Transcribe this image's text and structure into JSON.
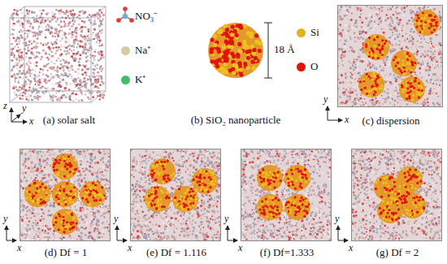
{
  "diagram": {
    "nodes": [
      {
        "text": [
          "(a) solar salt"
        ]
      },
      {
        "text": [
          "(c) dispersion"
        ]
      },
      {
        "text": [
          "(d) Df = 1"
        ]
      },
      {
        "text": [
          "(e) Df = 1.116"
        ]
      },
      {
        "text": [
          "(f) Df=1.333"
        ]
      },
      {
        "text": [
          "(g) Df = 2"
        ]
      }
    ],
    "labels": [
      "18 Å",
      "(b) SiO₂ nanoparticle",
      "z",
      "y",
      "x",
      "y",
      "x",
      "y",
      "x",
      "y",
      "x",
      "y",
      "x",
      "y",
      "x"
    ],
    "legend": [
      {
        "text": "NO₃⁻"
      },
      {
        "text": "Na⁺",
        "color": "#d9c9a3"
      },
      {
        "text": "K⁺",
        "color": "#3fbf6a"
      },
      {
        "text": "Si",
        "color": "#e2b21c"
      },
      {
        "text": "O",
        "color": "#e0140c"
      }
    ]
  }
}
